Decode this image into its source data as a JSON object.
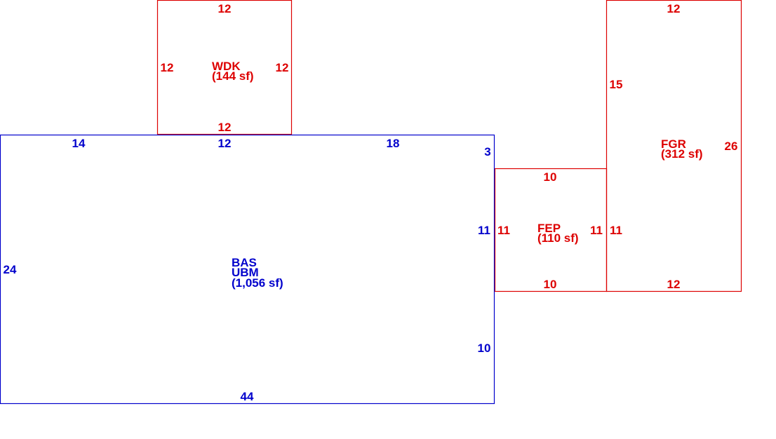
{
  "colors": {
    "main": "#0000cc",
    "addition": "#dd0000",
    "background": "#ffffff"
  },
  "rooms": {
    "bas": {
      "label": "BAS",
      "sublabel": "UBM",
      "area": "(1,056 sf)",
      "dims": {
        "top_left": "14",
        "top_mid": "12",
        "top_right": "18",
        "right_top": "3",
        "right_mid": "11",
        "right_bottom": "10",
        "bottom": "44",
        "left": "24"
      }
    },
    "wdk": {
      "label": "WDK",
      "area": "(144 sf)",
      "dims": {
        "top": "12",
        "bottom": "12",
        "left": "12",
        "right": "12"
      }
    },
    "fep": {
      "label": "FEP",
      "area": "(110 sf)",
      "dims": {
        "top": "10",
        "bottom": "10",
        "left": "11",
        "right": "11"
      }
    },
    "fgr": {
      "label": "FGR",
      "area": "(312 sf)",
      "dims": {
        "top": "12",
        "bottom": "12",
        "left_upper": "15",
        "left_lower": "11",
        "right": "26"
      }
    }
  }
}
